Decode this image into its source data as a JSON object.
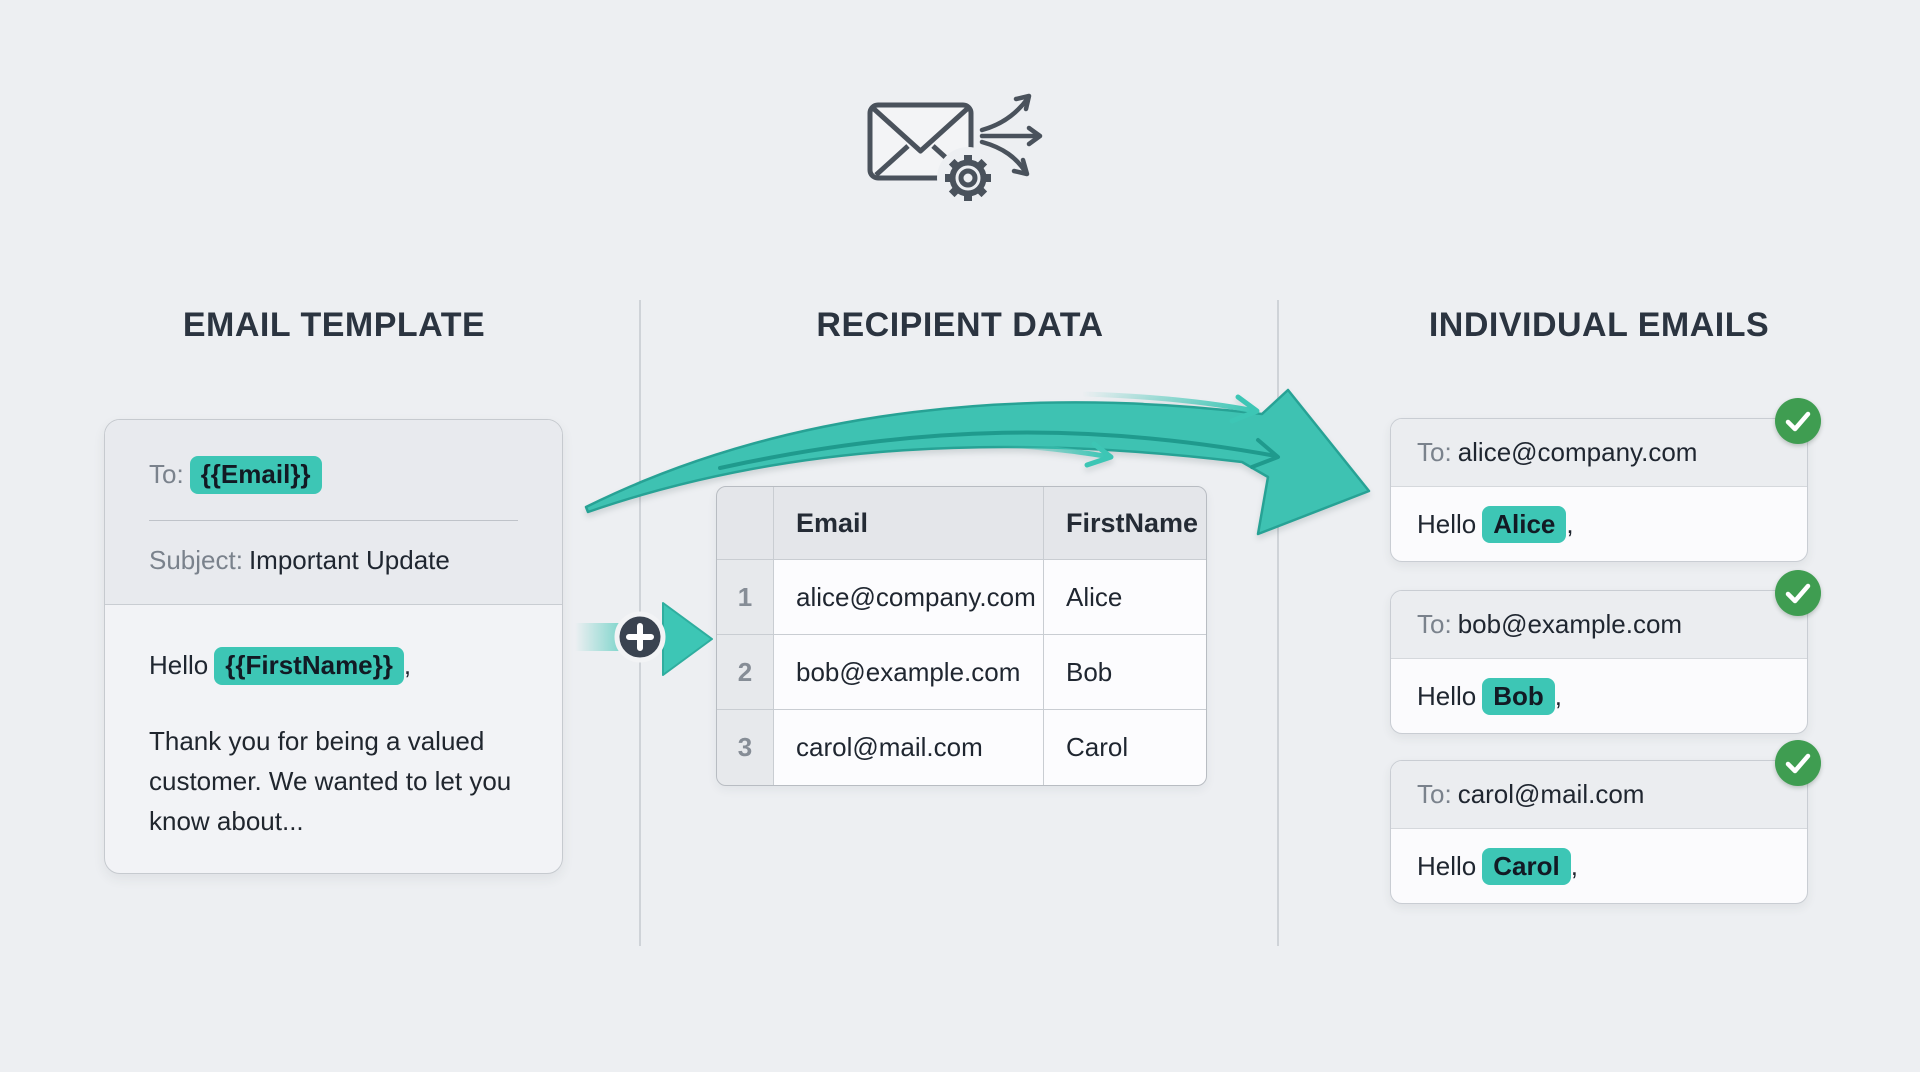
{
  "columns": {
    "template": {
      "title": "EMAIL TEMPLATE",
      "card": {
        "to_label": "To:",
        "to_variable": "{{Email}}",
        "subject_label": "Subject:",
        "subject_value": "Important Update",
        "greeting_prefix": "Hello",
        "greeting_variable": "{{FirstName}}",
        "greeting_suffix": ",",
        "body_text": "Thank you for being a valued customer. We wanted to let you know about..."
      }
    },
    "recipients": {
      "title": "RECIPIENT DATA",
      "table": {
        "columns": [
          "Email",
          "FirstName"
        ],
        "rows": [
          {
            "num": "1",
            "email": "alice@company.com",
            "first_name": "Alice"
          },
          {
            "num": "2",
            "email": "bob@example.com",
            "first_name": "Bob"
          },
          {
            "num": "3",
            "email": "carol@mail.com",
            "first_name": "Carol"
          }
        ]
      }
    },
    "individual": {
      "title": "INDIVIDUAL EMAILS",
      "emails": [
        {
          "to_label": "To:",
          "to_value": "alice@company.com",
          "greeting_prefix": "Hello",
          "name": "Alice",
          "greeting_suffix": ","
        },
        {
          "to_label": "To:",
          "to_value": "bob@example.com",
          "greeting_prefix": "Hello",
          "name": "Bob",
          "greeting_suffix": ","
        },
        {
          "to_label": "To:",
          "to_value": "carol@mail.com",
          "greeting_prefix": "Hello",
          "name": "Carol",
          "greeting_suffix": ","
        }
      ]
    }
  },
  "icons": {
    "top": "envelope-gear-fanout-icon",
    "merge": "plus-icon",
    "status": "check-icon"
  },
  "colors": {
    "background": "#edeff2",
    "accent_teal": "#3dc6b5",
    "success_green": "#3f9d51",
    "heading": "#2b3440",
    "muted_text": "#7a828c",
    "dark_text": "#1f2630"
  }
}
